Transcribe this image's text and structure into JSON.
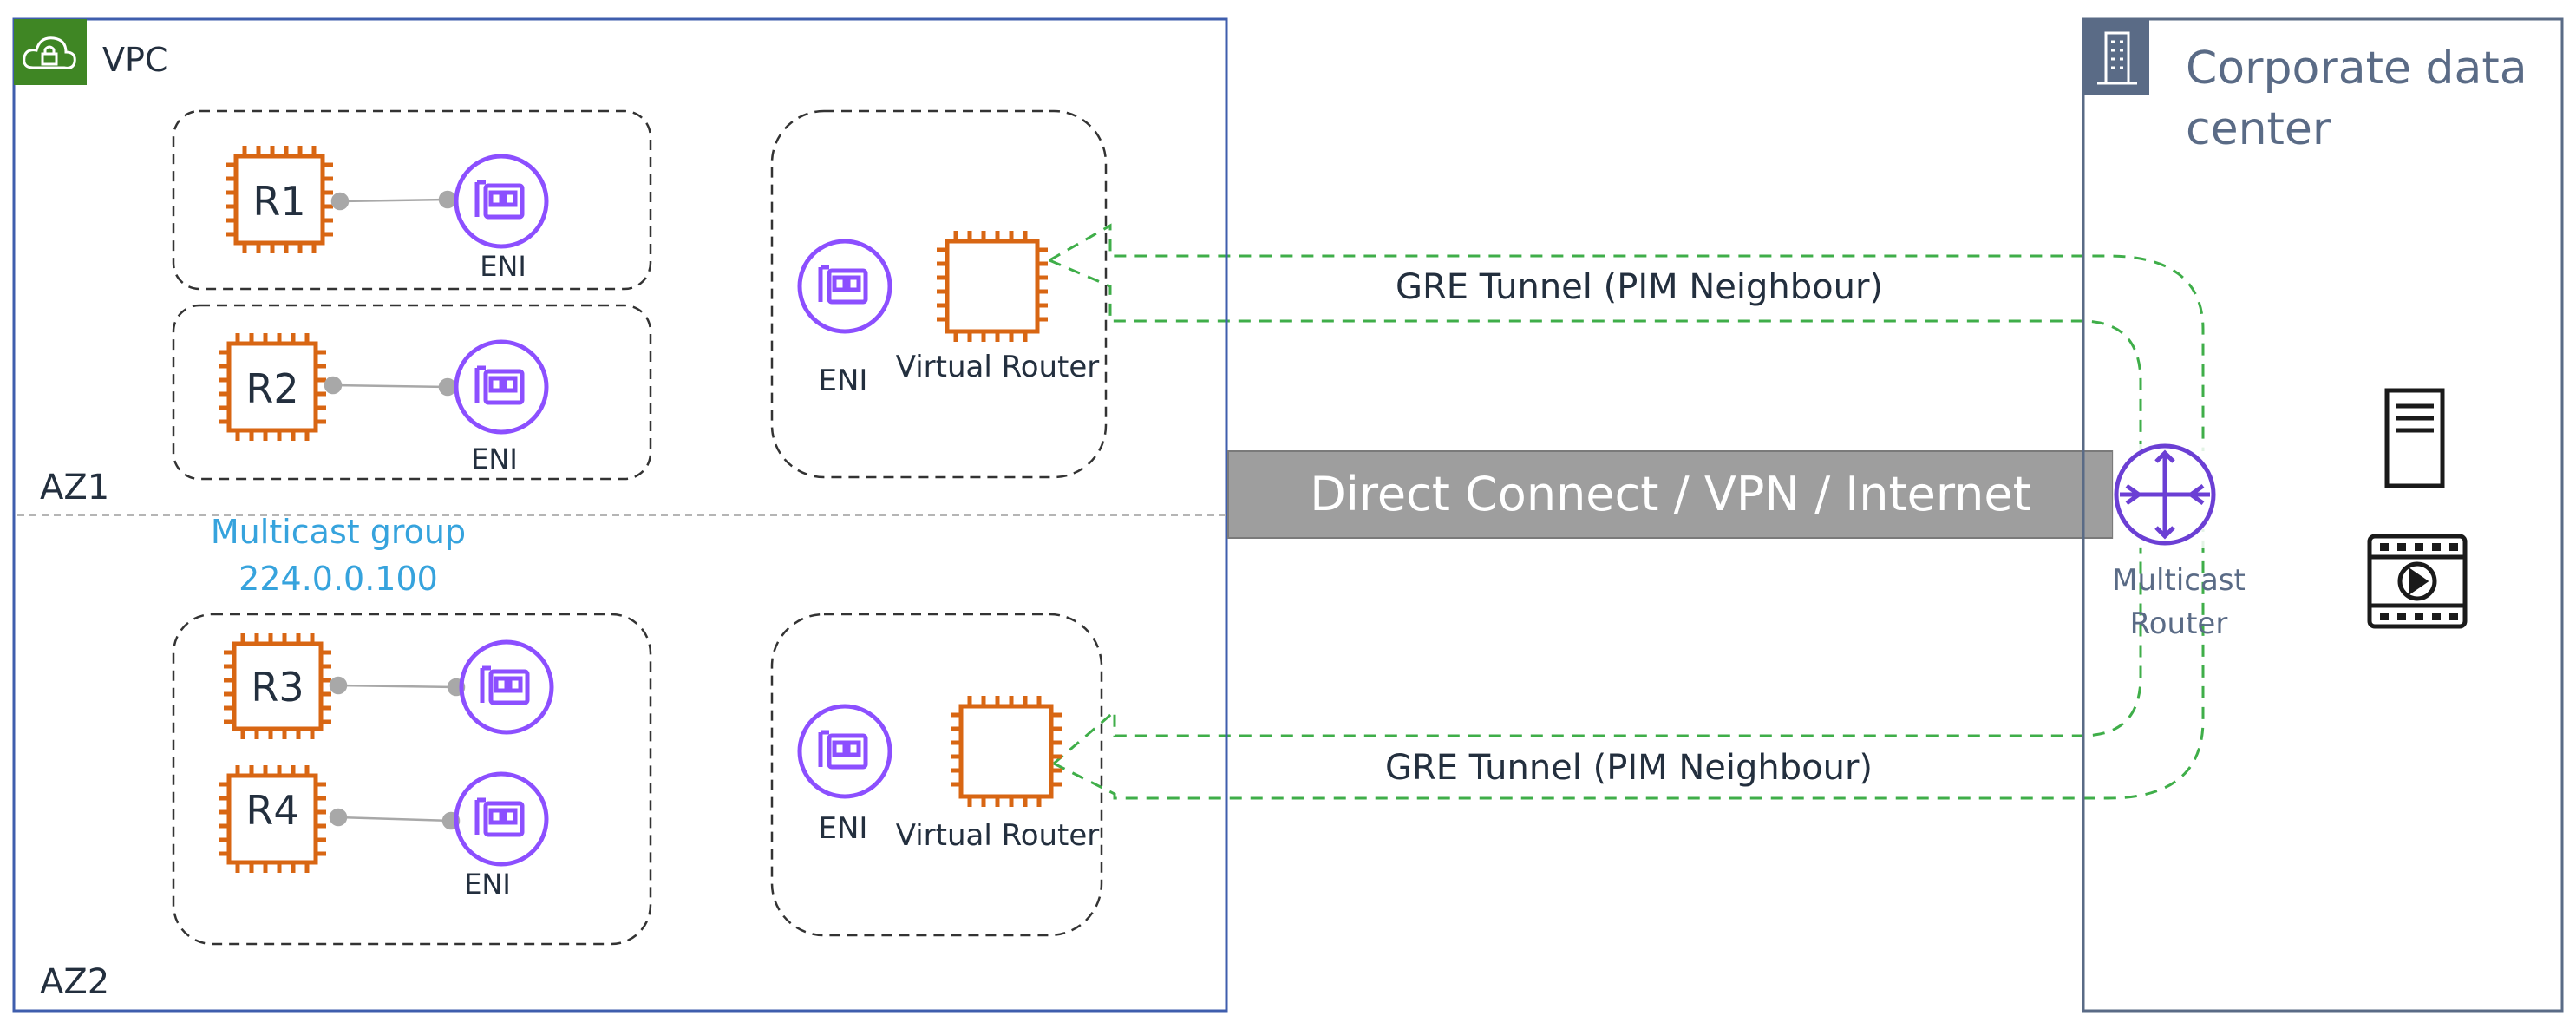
{
  "vpc": {
    "title": "VPC",
    "az1_label": "AZ1",
    "az2_label": "AZ2",
    "multicast_group_line1": "Multicast group",
    "multicast_group_line2": "224.0.0.100"
  },
  "az1": {
    "receivers": [
      {
        "label": "R1",
        "eni_label": "ENI"
      },
      {
        "label": "R2",
        "eni_label": "ENI"
      }
    ],
    "router_eni_label": "ENI",
    "virtual_router_label": "Virtual Router"
  },
  "az2": {
    "receivers": [
      {
        "label": "R3",
        "eni_label": ""
      },
      {
        "label": "R4",
        "eni_label": "ENI"
      }
    ],
    "router_eni_label": "ENI",
    "virtual_router_label": "Virtual Router"
  },
  "connection": {
    "label": "Direct Connect / VPN / Internet"
  },
  "tunnels": {
    "top_label": "GRE Tunnel (PIM Neighbour)",
    "bottom_label": "GRE Tunnel (PIM Neighbour)"
  },
  "datacenter": {
    "title_line1": "Corporate data",
    "title_line2": "center",
    "multicast_router_line1": "Multicast",
    "multicast_router_line2": "Router"
  },
  "colors": {
    "vpc_border": "#3f5ead",
    "vpc_badge": "#3f8624",
    "ec2_orange": "#d86613",
    "eni_purple": "#8c4fff",
    "router_purple": "#6b3fd4",
    "tunnel_green": "#3fae49",
    "multicast_text": "#36a3dd",
    "connection_bar": "#9e9e9e",
    "datacenter_border": "#5a6b86",
    "datacenter_text": "#5a6b86"
  },
  "icons": [
    "cloud-lock-icon",
    "ec2-instance-icon",
    "eni-icon",
    "router-icon",
    "building-icon",
    "server-icon",
    "video-icon"
  ]
}
